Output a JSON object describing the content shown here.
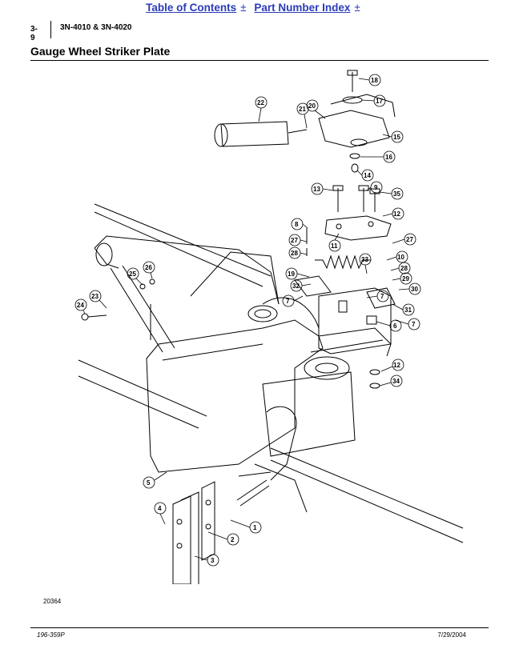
{
  "nav": {
    "toc_label": "Table of Contents",
    "pni_label": "Part Number Index",
    "plus": "±"
  },
  "header": {
    "page_number": "3-9",
    "model": "3N-4010 & 3N-4020"
  },
  "title": "Gauge Wheel Striker Plate",
  "figure": {
    "number": "20364",
    "callouts": [
      "1",
      "2",
      "3",
      "4",
      "5",
      "6",
      "7",
      "7",
      "7",
      "8",
      "9",
      "10",
      "11",
      "12",
      "12",
      "13",
      "14",
      "15",
      "16",
      "17",
      "18",
      "19",
      "20",
      "21",
      "22",
      "23",
      "24",
      "25",
      "26",
      "27",
      "27",
      "28",
      "28",
      "29",
      "30",
      "31",
      "32",
      "33",
      "34",
      "35"
    ]
  },
  "footer": {
    "doc_id": "196-359P",
    "date": "7/29/2004"
  }
}
